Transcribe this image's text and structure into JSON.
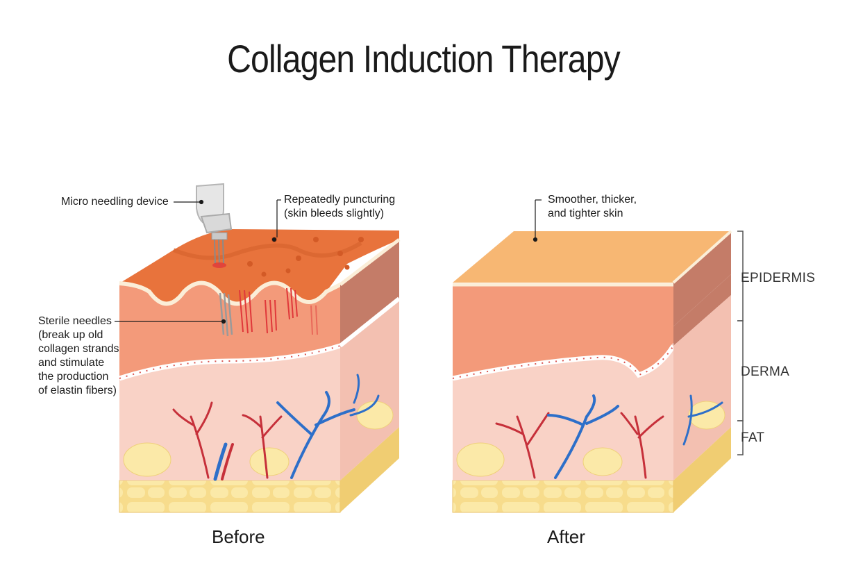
{
  "title": "Collagen Induction Therapy",
  "before": {
    "caption": "Before",
    "labels": {
      "device": "Micro needling device",
      "puncture_line1": "Repeatedly puncturing",
      "puncture_line2": "(skin bleeds slightly)",
      "needles_lines": [
        "Sterile needles",
        "(break up old",
        "collagen strands",
        "and stimulate",
        "the production",
        "of elastin fibers)"
      ]
    }
  },
  "after": {
    "caption": "After",
    "labels": {
      "result_line1": "Smoother, thicker,",
      "result_line2": "and tighter skin"
    }
  },
  "layers": {
    "epidermis": "EPIDERMIS",
    "derma": "DERMA",
    "fat": "FAT"
  },
  "colors": {
    "epidermis_top": "#e8733c",
    "epidermis_top_after": "#f7b773",
    "epidermis_front": "#f39a7a",
    "epidermis_side": "#c47c68",
    "derma": "#f9d2c6",
    "derma_side": "#f3c0b1",
    "fat": "#f7dc8c",
    "fat_cell": "#fbe9a8",
    "artery": "#c6303a",
    "vein": "#2d6fc9",
    "needle_mark": "#e0383a"
  }
}
